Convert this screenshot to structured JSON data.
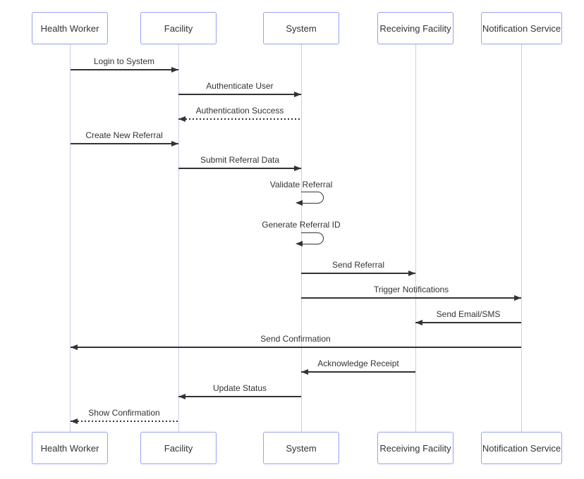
{
  "diagram": {
    "type": "sequence-diagram",
    "colors": {
      "actor_border": "#97a1f2",
      "actor_fill": "#ffffff",
      "lifeline": "#d2cbe8",
      "arrow": "#333333",
      "text": "#333333"
    },
    "actors": [
      {
        "label": "Health Worker"
      },
      {
        "label": "Facility"
      },
      {
        "label": "System"
      },
      {
        "label": "Receiving Facility"
      },
      {
        "label": "Notification Service"
      }
    ],
    "messages": [
      {
        "label": "Login to System",
        "from": "Health Worker",
        "to": "Facility",
        "style": "solid"
      },
      {
        "label": "Authenticate User",
        "from": "Facility",
        "to": "System",
        "style": "solid"
      },
      {
        "label": "Authentication Success",
        "from": "System",
        "to": "Facility",
        "style": "dashed"
      },
      {
        "label": "Create New Referral",
        "from": "Health Worker",
        "to": "Facility",
        "style": "solid"
      },
      {
        "label": "Submit Referral Data",
        "from": "Facility",
        "to": "System",
        "style": "solid"
      },
      {
        "label": "Validate Referral",
        "from": "System",
        "to": "System",
        "style": "self"
      },
      {
        "label": "Generate Referral ID",
        "from": "System",
        "to": "System",
        "style": "self"
      },
      {
        "label": "Send Referral",
        "from": "System",
        "to": "Receiving Facility",
        "style": "solid"
      },
      {
        "label": "Trigger Notifications",
        "from": "System",
        "to": "Notification Service",
        "style": "solid"
      },
      {
        "label": "Send Email/SMS",
        "from": "Notification Service",
        "to": "Receiving Facility",
        "style": "solid"
      },
      {
        "label": "Send Confirmation",
        "from": "Notification Service",
        "to": "Health Worker",
        "style": "solid"
      },
      {
        "label": "Acknowledge Receipt",
        "from": "Receiving Facility",
        "to": "System",
        "style": "solid"
      },
      {
        "label": "Update Status",
        "from": "System",
        "to": "Facility",
        "style": "solid"
      },
      {
        "label": "Show Confirmation",
        "from": "Facility",
        "to": "Health Worker",
        "style": "dashed"
      }
    ]
  }
}
